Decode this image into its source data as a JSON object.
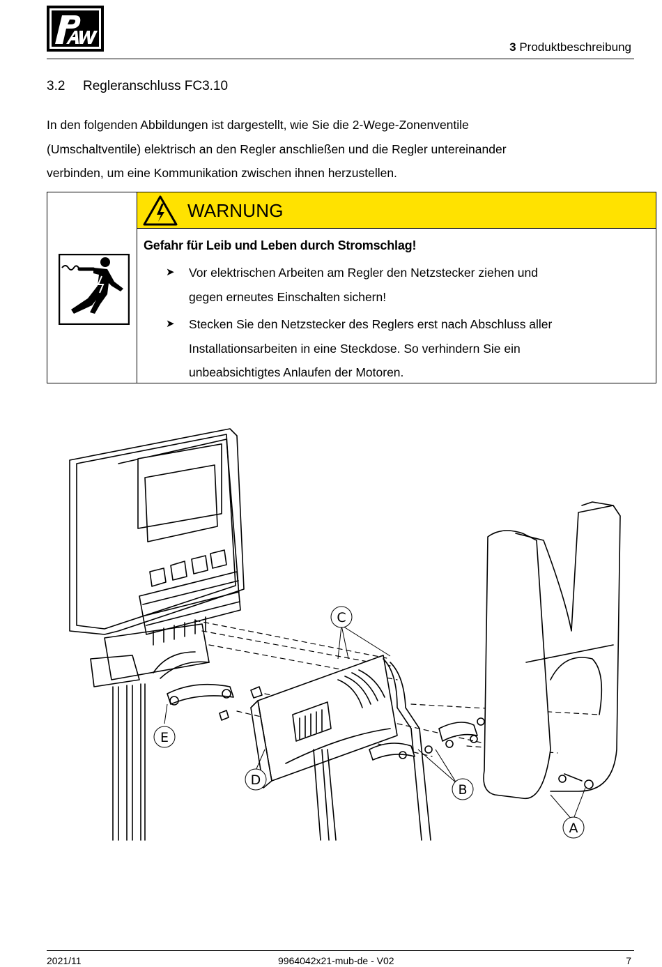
{
  "header": {
    "chapter_number": "3",
    "chapter_title": "Produktbeschreibung"
  },
  "section": {
    "number": "3.2",
    "title": "Regleranschluss FC3.10"
  },
  "intro": {
    "line1": "In den folgenden Abbildungen ist dargestellt, wie Sie die 2-Wege-Zonenventile",
    "line2": "(Umschaltventile) elektrisch an den Regler anschließen und die Regler untereinander",
    "line3": "verbinden, um eine Kommunikation zwischen ihnen herzustellen."
  },
  "warning": {
    "label": "WARNUNG",
    "hazard": "Gefahr für Leib und Leben durch Stromschlag!",
    "items": [
      {
        "line1": "Vor elektrischen Arbeiten am Regler den Netzstecker ziehen und",
        "line2": "gegen erneutes Einschalten sichern!"
      },
      {
        "line1": "Stecken Sie den Netzstecker des Reglers erst nach Abschluss aller",
        "line2": "Installationsarbeiten in eine Steckdose. So verhindern Sie ein",
        "line3": "unbeabsichtigtes Anlaufen der Motoren."
      }
    ],
    "bullet_icon": "arrowhead-bullet-icon",
    "accent_color": "#ffe200"
  },
  "figure": {
    "callouts": [
      "A",
      "B",
      "C",
      "D",
      "E"
    ]
  },
  "footer": {
    "date": "2021/11",
    "doc_id": "9964042x21-mub-de - V02",
    "page": "7"
  }
}
